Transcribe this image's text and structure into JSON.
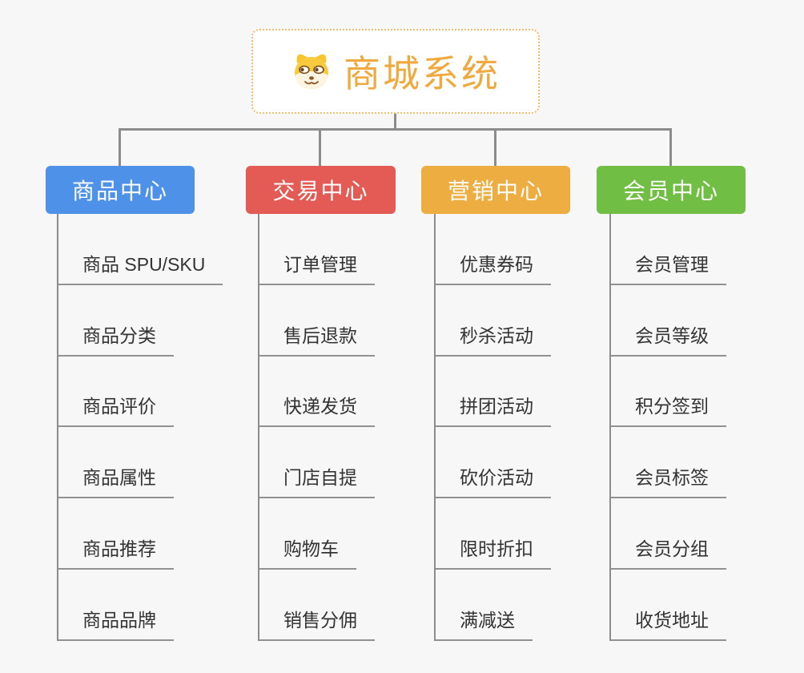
{
  "canvas": {
    "background": "#f7f7f7",
    "connector_color": "#8c8c8c"
  },
  "root": {
    "label": "商城系统",
    "icon": "dog-face-icon",
    "text_color": "#efa93f",
    "border_color": "#f2bd6b",
    "background": "#ffffff"
  },
  "branches": [
    {
      "label": "商品中心",
      "color": "#4d92e8",
      "children": [
        "商品 SPU/SKU",
        "商品分类",
        "商品评价",
        "商品属性",
        "商品推荐",
        "商品品牌"
      ]
    },
    {
      "label": "交易中心",
      "color": "#e45b55",
      "children": [
        "订单管理",
        "售后退款",
        "快递发货",
        "门店自提",
        "购物车",
        "销售分佣"
      ]
    },
    {
      "label": "营销中心",
      "color": "#edad41",
      "children": [
        "优惠券码",
        "秒杀活动",
        "拼团活动",
        "砍价活动",
        "限时折扣",
        "满减送"
      ]
    },
    {
      "label": "会员中心",
      "color": "#71be44",
      "children": [
        "会员管理",
        "会员等级",
        "积分签到",
        "会员标签",
        "会员分组",
        "收货地址"
      ]
    }
  ]
}
